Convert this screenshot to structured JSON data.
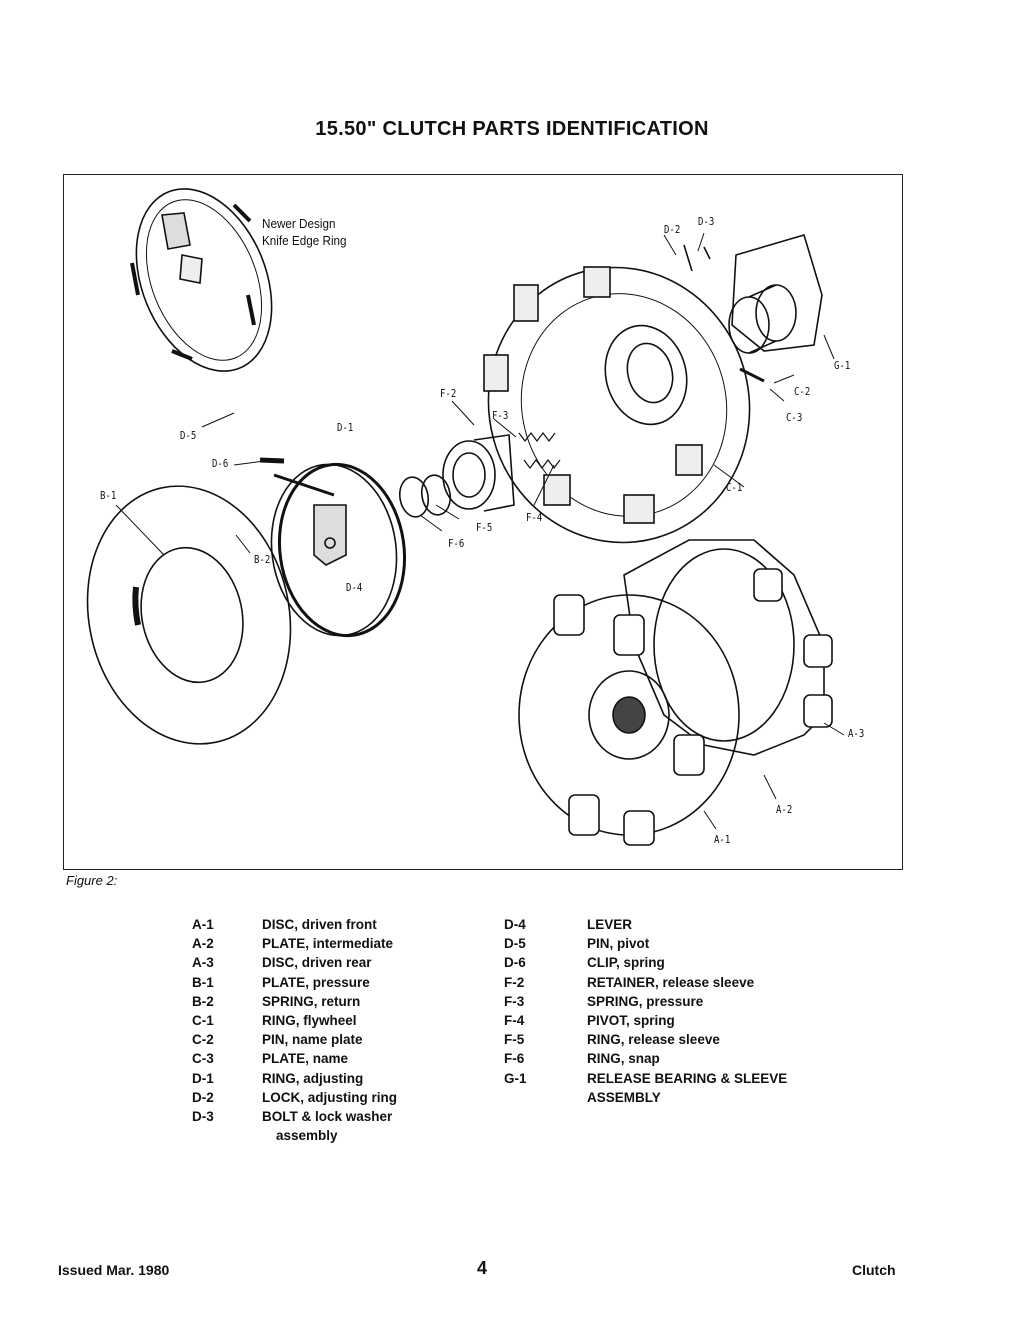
{
  "title": "15.50\" CLUTCH PARTS IDENTIFICATION",
  "figure": {
    "caption": "Figure 2:",
    "note_line1": "Newer Design",
    "note_line2": "Knife Edge Ring",
    "callouts": {
      "D2": "D-2",
      "D3": "D-3",
      "G1": "G-1",
      "C2": "C-2",
      "C3": "C-3",
      "C1": "C-1",
      "F2": "F-2",
      "F3": "F-3",
      "D1": "D-1",
      "D5": "D-5",
      "D6": "D-6",
      "B1": "B-1",
      "B2": "B-2",
      "D4": "D-4",
      "F5": "F-5",
      "F6": "F-6",
      "F4": "F-4",
      "A3": "A-3",
      "A2": "A-2",
      "A1": "A-1"
    }
  },
  "parts_left": [
    {
      "code": "A-1",
      "desc": "DISC, driven front"
    },
    {
      "code": "A-2",
      "desc": "PLATE, intermediate"
    },
    {
      "code": "A-3",
      "desc": "DISC, driven rear"
    },
    {
      "code": "B-1",
      "desc": "PLATE, pressure"
    },
    {
      "code": "B-2",
      "desc": "SPRING, return"
    },
    {
      "code": "C-1",
      "desc": "RING, flywheel"
    },
    {
      "code": "C-2",
      "desc": "PIN, name plate"
    },
    {
      "code": "C-3",
      "desc": "PLATE, name"
    },
    {
      "code": "D-1",
      "desc": "RING, adjusting"
    },
    {
      "code": "D-2",
      "desc": "LOCK, adjusting ring"
    },
    {
      "code": "D-3",
      "desc": "BOLT & lock washer"
    },
    {
      "code": "",
      "desc": "assembly"
    }
  ],
  "parts_right": [
    {
      "code": "D-4",
      "desc": "LEVER"
    },
    {
      "code": "D-5",
      "desc": "PIN, pivot"
    },
    {
      "code": "D-6",
      "desc": "CLIP, spring"
    },
    {
      "code": "F-2",
      "desc": "RETAINER, release sleeve"
    },
    {
      "code": "F-3",
      "desc": "SPRING, pressure"
    },
    {
      "code": "F-4",
      "desc": "PIVOT, spring"
    },
    {
      "code": "F-5",
      "desc": "RING, release sleeve"
    },
    {
      "code": "F-6",
      "desc": "RING, snap"
    },
    {
      "code": "G-1",
      "desc": "RELEASE BEARING & SLEEVE"
    },
    {
      "code": "",
      "desc": "ASSEMBLY"
    }
  ],
  "footer": {
    "issued": "Issued Mar. 1980",
    "page": "4",
    "section": "Clutch"
  }
}
